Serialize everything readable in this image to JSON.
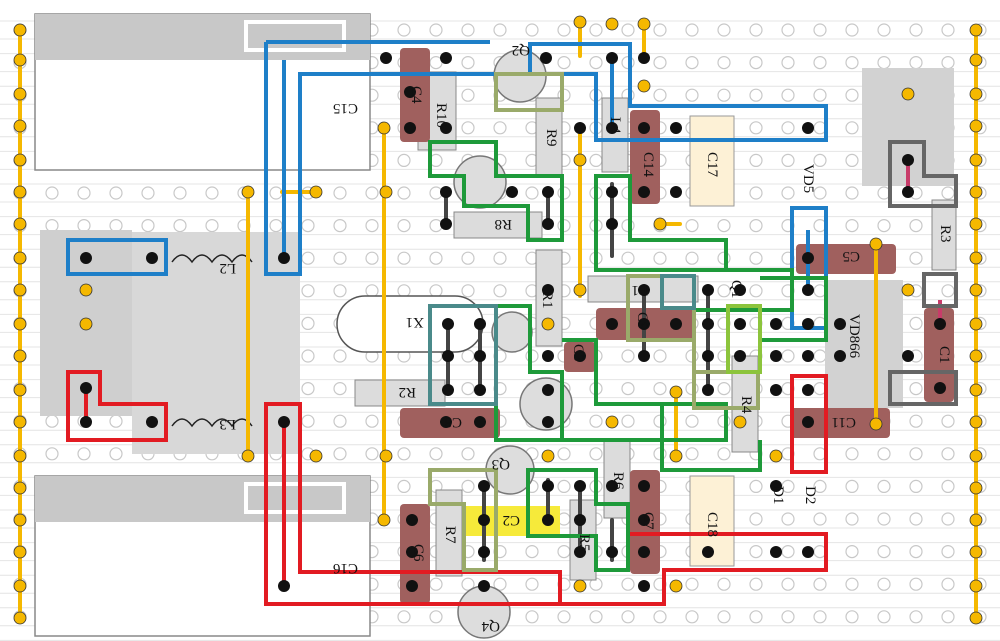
{
  "board": {
    "background": "#ffffff",
    "hole_color": "#c8c8c8",
    "solder_color": "#111111",
    "wire_color": "#f5b800",
    "pad_color": "#a0605e",
    "outline_colors": {
      "blue": "#1e7fc8",
      "red": "#e21b22",
      "green": "#1e9a3a",
      "olive": "#9aaa6a",
      "teal": "#4a8a8a",
      "lime": "#8cc43c",
      "gray": "#666666"
    }
  },
  "labels": {
    "c15": "C15",
    "c16": "C16",
    "c4": "C4",
    "c14": "C14",
    "c17": "C17",
    "c6": "C6",
    "c7": "C7",
    "c9": "C9",
    "c8": "C8",
    "c3": "C3",
    "c5": "C5",
    "c2": "C2",
    "c1": "C1",
    "c18": "C18",
    "c11": "C11",
    "r10": "R10",
    "r9": "R9",
    "r8": "R8",
    "r1": "R1",
    "r2": "R2",
    "r3": "R3",
    "r4": "R4",
    "r5": "R5",
    "r7": "R7",
    "r6": "R6",
    "l3": "L3",
    "l4": "L4",
    "l2": "L2",
    "l1": "L1",
    "x1": "X1",
    "vd866": "VD866",
    "d1": "D1",
    "d2": "D2",
    "vd5": "VD5",
    "q1": "Q1",
    "q2": "Q2",
    "q3": "Q3",
    "q4": "Q4"
  }
}
